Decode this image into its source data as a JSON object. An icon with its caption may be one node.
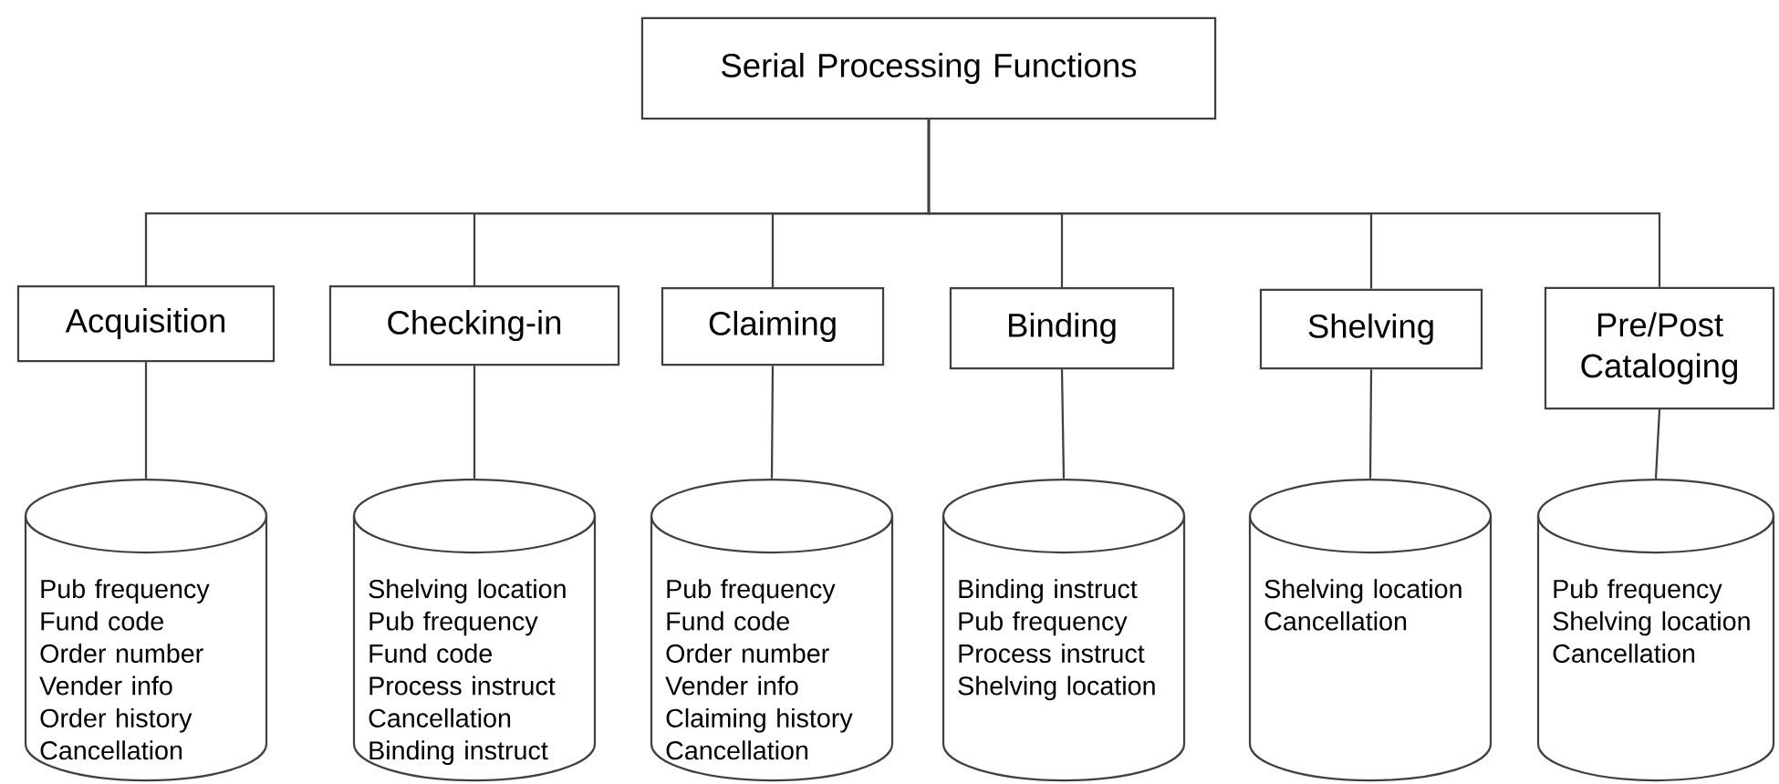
{
  "diagram": {
    "nodes": [
      {
        "text": [
          "Serial Processing Functions"
        ]
      },
      {
        "text": [
          "Acquisition"
        ]
      },
      {
        "text": [
          "Checking-in"
        ]
      },
      {
        "text": [
          "Claiming"
        ]
      },
      {
        "text": [
          "Binding"
        ]
      },
      {
        "text": [
          "Shelving"
        ]
      },
      {
        "text": [
          "Pre/Post Cataloging"
        ]
      },
      {
        "text": [
          "Pub frequency",
          "Fund code",
          "Order number",
          "Vender info",
          "Order history",
          "Cancellation"
        ]
      },
      {
        "text": [
          "Shelving location",
          "Pub frequency",
          "Fund code",
          "Process instruct",
          "Cancellation",
          "Binding instruct"
        ]
      },
      {
        "text": [
          "Pub frequency",
          "Fund code",
          "Order number",
          "Vender info",
          "Claiming history",
          "Cancellation"
        ]
      },
      {
        "text": [
          "Binding instruct",
          "Pub frequency",
          "Process instruct",
          "Shelving location"
        ]
      },
      {
        "text": [
          "Shelving location",
          "Cancellation"
        ]
      },
      {
        "text": [
          "Pub frequency",
          "Shelving location",
          "Cancellation"
        ]
      }
    ],
    "edges": [
      {
        "from": 0,
        "to": 1,
        "arrow": "none"
      },
      {
        "from": 0,
        "to": 2,
        "arrow": "none"
      },
      {
        "from": 0,
        "to": 3,
        "arrow": "none"
      },
      {
        "from": 0,
        "to": 4,
        "arrow": "none"
      },
      {
        "from": 0,
        "to": 5,
        "arrow": "none"
      },
      {
        "from": 0,
        "to": 6,
        "arrow": "none"
      },
      {
        "from": 1,
        "to": 7,
        "arrow": "none"
      },
      {
        "from": 2,
        "to": 8,
        "arrow": "none"
      },
      {
        "from": 3,
        "to": 9,
        "arrow": "none"
      },
      {
        "from": 4,
        "to": 10,
        "arrow": "none"
      },
      {
        "from": 5,
        "to": 11,
        "arrow": "none"
      },
      {
        "from": 6,
        "to": 12,
        "arrow": "none"
      }
    ]
  }
}
